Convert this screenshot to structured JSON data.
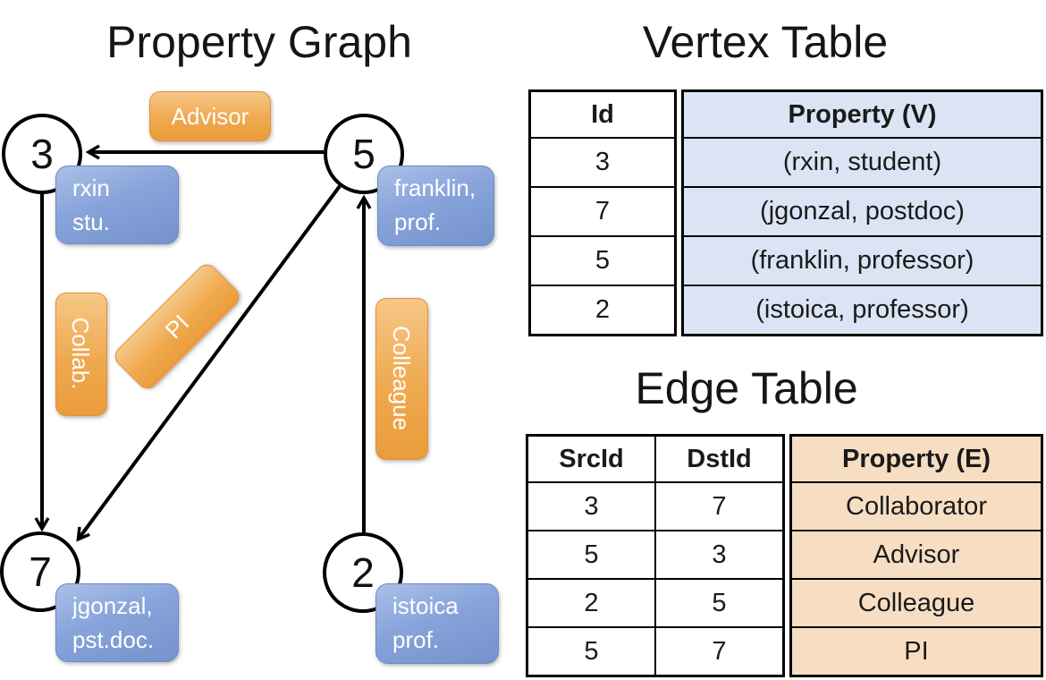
{
  "graph": {
    "title": "Property Graph",
    "nodes": [
      {
        "id": "3",
        "label_lines": [
          "rxin",
          "stu."
        ]
      },
      {
        "id": "5",
        "label_lines": [
          "franklin,",
          "prof."
        ]
      },
      {
        "id": "7",
        "label_lines": [
          "jgonzal,",
          "pst.doc."
        ]
      },
      {
        "id": "2",
        "label_lines": [
          "istoica",
          "prof."
        ]
      }
    ],
    "edge_labels": {
      "advisor": "Advisor",
      "collab": "Collab.",
      "pi": "PI",
      "colleague": "Colleague"
    }
  },
  "vertex_table": {
    "title": "Vertex Table",
    "columns": {
      "id": "Id",
      "property": "Property (V)"
    },
    "rows": [
      {
        "id": "3",
        "property": "(rxin, student)"
      },
      {
        "id": "7",
        "property": "(jgonzal, postdoc)"
      },
      {
        "id": "5",
        "property": "(franklin, professor)"
      },
      {
        "id": "2",
        "property": "(istoica, professor)"
      }
    ]
  },
  "edge_table": {
    "title": "Edge Table",
    "columns": {
      "src": "SrcId",
      "dst": "DstId",
      "property": "Property (E)"
    },
    "rows": [
      {
        "src": "3",
        "dst": "7",
        "property": "Collaborator"
      },
      {
        "src": "5",
        "dst": "3",
        "property": "Advisor"
      },
      {
        "src": "2",
        "dst": "5",
        "property": "Colleague"
      },
      {
        "src": "5",
        "dst": "7",
        "property": "PI"
      }
    ]
  },
  "colors": {
    "edge_label_orange": "#efa94f",
    "vertex_label_blue": "#7f9cd4",
    "vertex_table_fill": "#dbe4f4",
    "edge_table_fill": "#f7dec3",
    "line_black": "#000000"
  }
}
